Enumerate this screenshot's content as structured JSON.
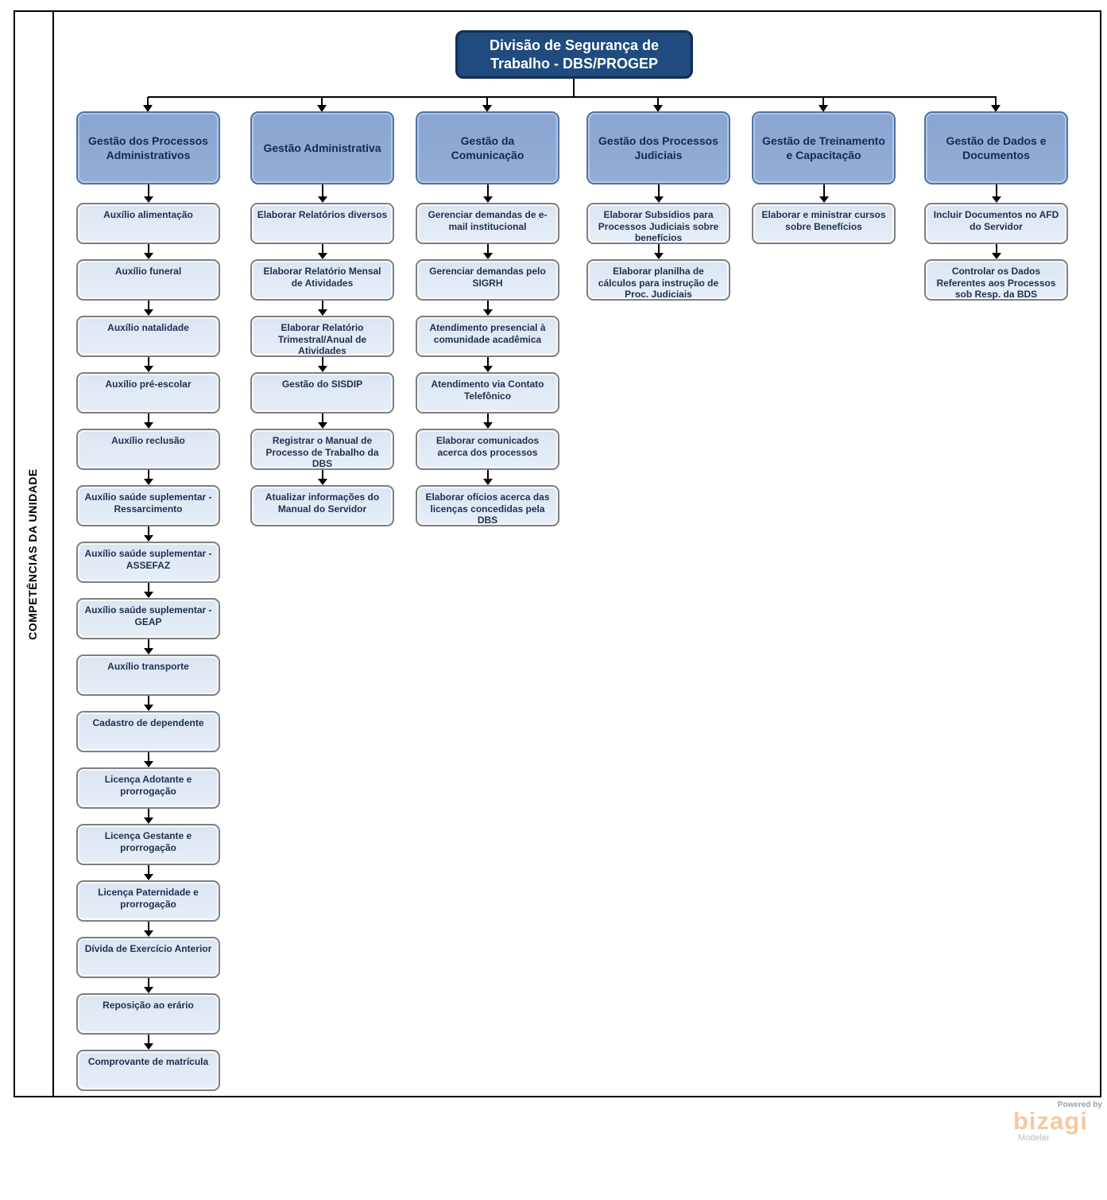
{
  "lane": {
    "label": "COMPETÊNCIAS DA UNIDADE"
  },
  "root": {
    "title": "Divisão de Segurança de Trabalho - DBS/PROGEP"
  },
  "columns": [
    {
      "header": "Gestão dos Processos Administrativos",
      "items": [
        "Auxílio alimentação",
        "Auxílio funeral",
        "Auxílio natalidade",
        "Auxílio pré-escolar",
        "Auxílio reclusão",
        "Auxílio saúde suplementar - Ressarcimento",
        "Auxílio saúde suplementar - ASSEFAZ",
        "Auxílio saúde suplementar - GEAP",
        "Auxílio transporte",
        "Cadastro de dependente",
        "Licença Adotante e prorrogação",
        "Licença Gestante e prorrogação",
        "Licença Paternidade e prorrogação",
        "Dívida de Exercício Anterior",
        "Reposição ao erário",
        "Comprovante de matrícula"
      ]
    },
    {
      "header": "Gestão Administrativa",
      "items": [
        "Elaborar Relatórios diversos",
        "Elaborar Relatório Mensal de Atividades",
        "Elaborar Relatório Trimestral/Anual de Atividades",
        "Gestão do SISDIP",
        "Registrar o Manual de Processo de Trabalho da DBS",
        "Atualizar informações do Manual do Servidor"
      ]
    },
    {
      "header": "Gestão da Comunicação",
      "items": [
        "Gerenciar demandas de e-mail institucional",
        "Gerenciar demandas pelo SIGRH",
        "Atendimento presencial à comunidade acadêmica",
        "Atendimento via Contato Telefônico",
        "Elaborar comunicados acerca dos processos",
        "Elaborar ofícios acerca das licenças concedidas pela DBS"
      ]
    },
    {
      "header": "Gestão dos Processos Judiciais",
      "items": [
        "Elaborar Subsídios para Processos Judiciais sobre benefícios",
        "Elaborar planilha de cálculos para instrução de Proc. Judiciais"
      ]
    },
    {
      "header": "Gestão de Treinamento e Capacitação",
      "items": [
        "Elaborar e ministrar cursos sobre Benefícios"
      ]
    },
    {
      "header": "Gestão de Dados e Documentos",
      "items": [
        "Incluir Documentos no AFD do Servidor",
        "Controlar os Dados Referentes aos Processos sob Resp. da BDS"
      ]
    }
  ],
  "branding": {
    "powered_by": "Powered by",
    "brand": "bizagi",
    "product": "Modeler"
  },
  "colors": {
    "root_fill": "#1f4b7e",
    "root_border": "#142e51",
    "header_fill": "#8ea9d3",
    "header_border": "#4f74a8",
    "item_fill": "#dde7f3",
    "item_border": "#7f7f7f",
    "text_dark": "#1f3050",
    "brand_orange": "#f4c9a1"
  }
}
